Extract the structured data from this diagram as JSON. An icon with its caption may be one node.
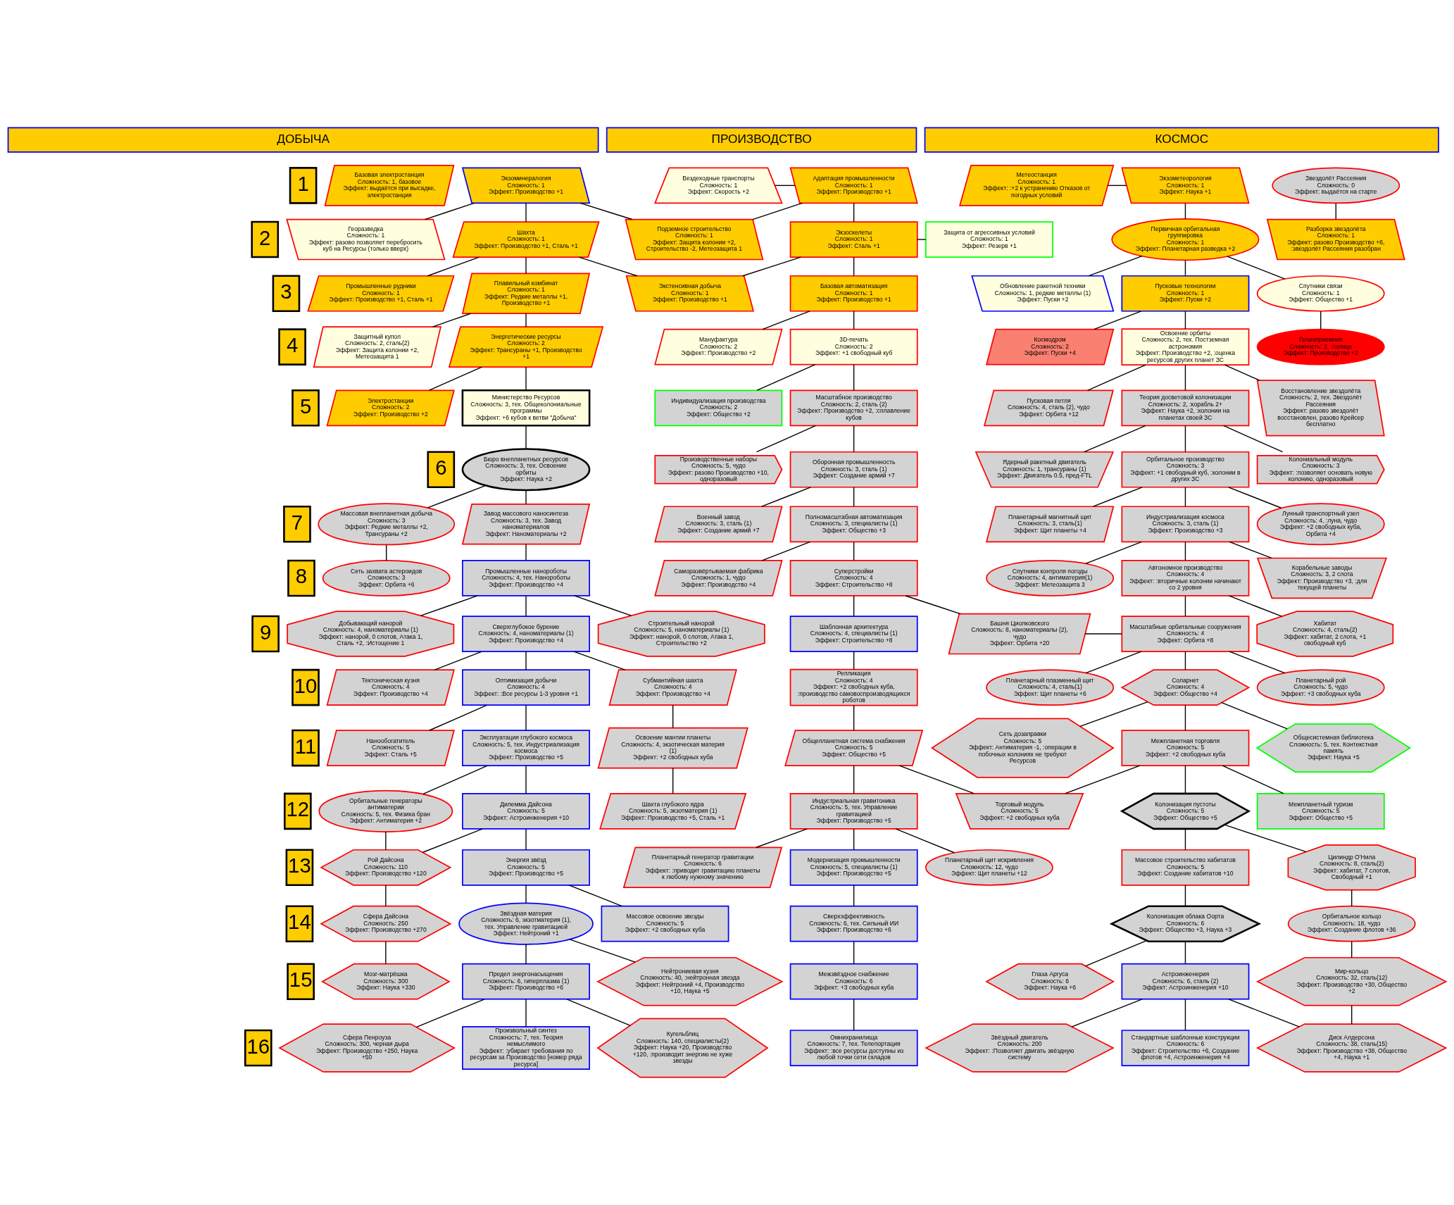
{
  "diagram": {
    "nodes": [
      {
        "text": [
          "ДОБЫЧА"
        ]
      },
      {
        "text": [
          "ПРОИЗВОДСТВО"
        ]
      },
      {
        "text": [
          "КОСМОС"
        ]
      },
      {
        "text": [
          "1"
        ]
      },
      {
        "text": [
          "Базовая электростанция",
          "Сложность: 1, базовое",
          "Эффект: выдаётся при высадке, электростанция"
        ]
      },
      {
        "text": [
          "Экзоминералогия",
          "Сложность: 1",
          "Эффект: Производство +1"
        ]
      },
      {
        "text": [
          "Вездеходные транспорты",
          "Сложность: 1",
          "Эффект: Скорость +2"
        ]
      },
      {
        "text": [
          "Адаптация промышленности",
          "Сложность: 1",
          "Эффект: Производство +1"
        ]
      },
      {
        "text": [
          "Метеостанция",
          "Сложность: 1",
          "Эффект: :+2 к устранению Отказов от погодных условий"
        ]
      },
      {
        "text": [
          "Экзометеорология",
          "Сложность: 1",
          "Эффект: Наука +1"
        ]
      },
      {
        "text": [
          "Звездолёт Рассеяния",
          "Сложность: 0",
          "Эффект: выдаётся на старте"
        ]
      },
      {
        "text": [
          "2"
        ]
      },
      {
        "text": [
          "Георазведка",
          "Сложность: 1",
          "Эффект: разово позволяет перебросить куб на Ресурсы (только вверх)"
        ]
      },
      {
        "text": [
          "Шахта",
          "Сложность: 1",
          "Эффект: Производство +1, Сталь +1"
        ]
      },
      {
        "text": [
          "Подземное строительство",
          "Сложность: 1",
          "Эффект: Защита колонии +2, Строительство -2, Метеозащита 1"
        ]
      },
      {
        "text": [
          "Экзоскелеты",
          "Сложность: 1",
          "Эффект: Сталь +1"
        ]
      },
      {
        "text": [
          "Защита от агрессивных условий",
          "Сложность: 1",
          "Эффект: Резерв +1"
        ]
      },
      {
        "text": [
          "Первичная орбитальная группировка",
          "Сложность: 1",
          "Эффект: Планетарная разведка +2"
        ]
      },
      {
        "text": [
          "Разборка звездолёта",
          "Сложность: 1",
          "Эффект: разово Производство +6, :звездолёт Рассеяния разобран"
        ]
      },
      {
        "text": [
          "3"
        ]
      },
      {
        "text": [
          "Промышленные рудники",
          "Сложность: 1",
          "Эффект: Производство +1, Сталь +1"
        ]
      },
      {
        "text": [
          "Плавильный комбинат",
          "Сложность: 1",
          "Эффект: Редкие металлы +1, Производство +1"
        ]
      },
      {
        "text": [
          "Экстенсивная добыча",
          "Сложность: 1",
          "Эффект: Производство +1"
        ]
      },
      {
        "text": [
          "Базовая автоматизация",
          "Сложность: 1",
          "Эффект: Производство +1"
        ]
      },
      {
        "text": [
          "Обновление ракетной техники",
          "Сложность: 1, редкие металлы (1)",
          "Эффект: Пуски +2"
        ]
      },
      {
        "text": [
          "Пусковые технологии",
          "Сложность: 1",
          "Эффект: Пуски +2"
        ]
      },
      {
        "text": [
          "Спутники связи",
          "Сложность: 1",
          "Эффект: Общество +1"
        ]
      },
      {
        "text": [
          "4"
        ]
      },
      {
        "text": [
          "Защитный купол",
          "Сложность: 2, сталь(2)",
          "Эффект: Защита колонии +2, Метеозащита 1"
        ]
      },
      {
        "text": [
          "Энергетические ресурсы",
          "Сложность: 2",
          "Эффект: Трансураны +1, Производство +1"
        ]
      },
      {
        "text": [
          "Мануфактура",
          "Сложность: 2",
          "Эффект: Производство +2"
        ]
      },
      {
        "text": [
          "3D-печать",
          "Сложность: 2",
          "Эффект: +1 свободный куб"
        ]
      },
      {
        "text": [
          "Космодром",
          "Сложность: 2",
          "Эффект: Пуски +4"
        ]
      },
      {
        "text": [
          "Освоение орбиты",
          "Сложность: 2, тех. Постземная астрономия",
          "Эффект: Производство +2, :оценка ресурсов других планет ЗС"
        ]
      },
      {
        "text": [
          "Гелиоприемник",
          "Сложность: 2, :солнце",
          "Эффект: Производство +2"
        ]
      },
      {
        "text": [
          "5"
        ]
      },
      {
        "text": [
          "Электростанции",
          "Сложность: 2",
          "Эффект: Производство +2"
        ]
      },
      {
        "text": [
          "Министерство Ресурсов",
          "Сложность: 3, тех. Общеколониальные программы",
          "Эффект: +6 кубов к ветви \"Добыча\""
        ]
      },
      {
        "text": [
          "Индивидуализация производства",
          "Сложность: 2",
          "Эффект: Общество +2"
        ]
      },
      {
        "text": [
          "Масштабное производство",
          "Сложность: 2, сталь (2)",
          "Эффект: Производство +2, :сплавление кубов"
        ]
      },
      {
        "text": [
          "Пусковая петля",
          "Сложность: 4, сталь (2), чудо",
          "Эффект: Орбита +12"
        ]
      },
      {
        "text": [
          "Теория досветовой колонизации",
          "Сложность: 2, :корабль 2+",
          "Эффект: Наука +2, :колонии на планетах своей ЗС"
        ]
      },
      {
        "text": [
          "Восстановление звездолёта",
          "Сложность: 2, тех. Звездолёт Рассеяния",
          "Эффект: разово звездолёт восстановлен, разово Крейсер бесплатно"
        ]
      },
      {
        "text": [
          "6"
        ]
      },
      {
        "text": [
          "Бюро внепланетных ресурсов",
          "Сложность: 3, тех. Освоение орбиты",
          "Эффект: Наука +2"
        ]
      },
      {
        "text": [
          "Производственные наборы",
          "Сложность: 5, чудо",
          "Эффект: разово Производство +10, одноразовый"
        ]
      },
      {
        "text": [
          "Оборонная промышленность",
          "Сложность: 3, сталь (1)",
          "Эффект: Создание армий +7"
        ]
      },
      {
        "text": [
          "Ядерный ракетный двигатель",
          "Сложность: 1, трансураны (1)",
          "Эффект: Двигатель 0.5, пред-FTL"
        ]
      },
      {
        "text": [
          "Орбитальное производство",
          "Сложность: 3",
          "Эффект: +1 свободный куб, :колонии в других ЗС"
        ]
      },
      {
        "text": [
          "Колониальный модуль",
          "Сложность: 3",
          "Эффект: :позволяет основать новую колонию, одноразовый"
        ]
      },
      {
        "text": [
          "7"
        ]
      },
      {
        "text": [
          "Массовая внепланетная добыча",
          "Сложность: 3",
          "Эффект: Редкие металлы +2, Трансураны +2"
        ]
      },
      {
        "text": [
          "Завод массового наносинтеза",
          "Сложность: 3, тех. Завод наноматериалов",
          "Эффект: Наноматериалы +2"
        ]
      },
      {
        "text": [
          "Военный завод",
          "Сложность: 3, сталь (1)",
          "Эффект: Создание армий +7"
        ]
      },
      {
        "text": [
          "Полномасштабная автоматизация",
          "Сложность: 3, специалисты (1)",
          "Эффект: Общество +3"
        ]
      },
      {
        "text": [
          "Планетарный магнитный щит",
          "Сложность: 3, сталь(1)",
          "Эффект: Щит планеты +4"
        ]
      },
      {
        "text": [
          "Индустриализация космоса",
          "Сложность: 3, сталь (1)",
          "Эффект: Производство +3"
        ]
      },
      {
        "text": [
          "Лунный транспортный узел",
          "Сложность: 4, :луна, чудо",
          "Эффект: +2 свободных куба, Орбита +4"
        ]
      },
      {
        "text": [
          "8"
        ]
      },
      {
        "text": [
          "Сеть захвата астероидов",
          "Сложность: 3",
          "Эффект: Орбита +6"
        ]
      },
      {
        "text": [
          "Промышленные нанороботы",
          "Сложность: 4, тех. Нанороботы",
          "Эффект: Производство +4"
        ]
      },
      {
        "text": [
          "Саморазвёртываемая фабрика",
          "Сложность: 1, чудо",
          "Эффект: Производство +4"
        ]
      },
      {
        "text": [
          "Суперстройки",
          "Сложность: 4",
          "Эффект: Строительство +8"
        ]
      },
      {
        "text": [
          "Спутники контроля погоды",
          "Сложность: 4, антиматерия(1)",
          "Эффект: Метеозащита 3"
        ]
      },
      {
        "text": [
          "Автономное производство",
          "Сложность: 4",
          "Эффект: :вторичные колонии начинают со 2 уровня"
        ]
      },
      {
        "text": [
          "Корабельные заводы",
          "Сложность: 3, 2 слота",
          "Эффект: Производство +3, :для текущей планеты"
        ]
      },
      {
        "text": [
          "9"
        ]
      },
      {
        "text": [
          "Добывающий нанорой",
          "Сложность: 4, наноматериалы (1)",
          "Эффект: нанорой, 0 слотов, Атака 1, Сталь +2, :Истощение 1"
        ]
      },
      {
        "text": [
          "Сверхглубокое бурение",
          "Сложность: 4, наноматериалы (1)",
          "Эффект: Производство +4"
        ]
      },
      {
        "text": [
          "Строительный нанорой",
          "Сложность: 5, наноматериалы (1)",
          "Эффект: нанорой, 0 слотов, Атака 1, Строительство +2"
        ]
      },
      {
        "text": [
          "Шаблонная архитектура",
          "Сложность: 4, специалисты (1)",
          "Эффект: Строительство +8"
        ]
      },
      {
        "text": [
          "Башня Циолковского",
          "Сложность: 8, наноматериалы (2), чудо",
          "Эффект: Орбита +20"
        ]
      },
      {
        "text": [
          "Масштабные орбитальные сооружения",
          "Сложность: 4",
          "Эффект: Орбита +8"
        ]
      },
      {
        "text": [
          "Хабитат",
          "Сложность: 4, сталь(2)",
          "Эффект: хабитат, 2 слота, +1 свободный куб"
        ]
      },
      {
        "text": [
          "10"
        ]
      },
      {
        "text": [
          "Тектоническая кузня",
          "Сложность: 4",
          "Эффект: Производство +4"
        ]
      },
      {
        "text": [
          "Оптимизация добычи",
          "Сложность: 4",
          "Эффект: :Все ресурсы 1-3 уровня +1"
        ]
      },
      {
        "text": [
          "Субмантийная шахта",
          "Сложность: 4",
          "Эффект: Производство +4"
        ]
      },
      {
        "text": [
          "Репликация",
          "Сложность: 4",
          "Эффект: +2 свободных куба, :производство самовоспроизводящихся роботов"
        ]
      },
      {
        "text": [
          "Планетарный плазменный щит",
          "Сложность: 4, сталь(1)",
          "Эффект: Щит планеты +6"
        ]
      },
      {
        "text": [
          "Соларнет",
          "Сложность: 4",
          "Эффект: Общество +4"
        ]
      },
      {
        "text": [
          "Планетарный рой",
          "Сложность: 5, чудо",
          "Эффект: +3 свободных куба"
        ]
      },
      {
        "text": [
          "11"
        ]
      },
      {
        "text": [
          "Нанообогатитель",
          "Сложность: 5",
          "Эффект: Сталь +5"
        ]
      },
      {
        "text": [
          "Эксплуатация глубокого космоса",
          "Сложность: 5, тех. Индустриализация космоса",
          "Эффект: Производство +5"
        ]
      },
      {
        "text": [
          "Освоение мантии планеты",
          "Сложность: 4, экзотическая материя (1)",
          "Эффект: +2 свободных куба"
        ]
      },
      {
        "text": [
          "Общепланетная система снабжения",
          "Сложность: 5",
          "Эффект: Общество +5"
        ]
      },
      {
        "text": [
          "Сеть дозаправки",
          "Сложность: 5",
          "Эффект: Антиматерия -1, :операции в побочных колониях не требуют Ресурсов"
        ]
      },
      {
        "text": [
          "Межпланетная торговля",
          "Сложность: 5",
          "Эффект: +2 свободных куба"
        ]
      },
      {
        "text": [
          "Общесистемная библиотека",
          "Сложность: 5, тех. Контекстная память",
          "Эффект: Наука +5"
        ]
      },
      {
        "text": [
          "12"
        ]
      },
      {
        "text": [
          "Орбитальные генераторы антиматерии",
          "Сложность: 5, тех. Физика бран",
          "Эффект: Антиматерия +2"
        ]
      },
      {
        "text": [
          "Дилемма Дайсона",
          "Сложность: 5",
          "Эффект: Астроинженерия +10"
        ]
      },
      {
        "text": [
          "Шахта глубокого ядра",
          "Сложность: 5, экзотматерия (1)",
          "Эффект: Производство +5, Сталь +1"
        ]
      },
      {
        "text": [
          "Индустриальная гравитоника",
          "Сложность: 5, тех. Управление гравитацией",
          "Эффект: Производство +5"
        ]
      },
      {
        "text": [
          "Торговый модуль",
          "Сложность: 5",
          "Эффект: +2 свободных куба"
        ]
      },
      {
        "text": [
          "Колонизация пустоты",
          "Сложность: 5",
          "Эффект: Общество +5"
        ]
      },
      {
        "text": [
          "Межпланетный туризм",
          "Сложность: 5",
          "Эффект: Общество +5"
        ]
      },
      {
        "text": [
          "13"
        ]
      },
      {
        "text": [
          "Рой Дайсона",
          "Сложность: 110",
          "Эффект: Производство +120"
        ]
      },
      {
        "text": [
          "Энергия звёзд",
          "Сложность: 5",
          "Эффект: Производство +5"
        ]
      },
      {
        "text": [
          "Планетарный генератор гравитации",
          "Сложность: 6",
          "Эффект: :приводит гравитацию планеты к любому нужному значению"
        ]
      },
      {
        "text": [
          "Модернизация промышленности",
          "Сложность: 5, специалисты (1)",
          "Эффект: Производство +5"
        ]
      },
      {
        "text": [
          "Планетарный щит искривления",
          "Сложность: 12, чудо",
          "Эффект: Щит планеты +12"
        ]
      },
      {
        "text": [
          "Массовое строительство хабитатов",
          "Сложность: 5",
          "Эффект: Создание хабитатов +10"
        ]
      },
      {
        "text": [
          "Цилиндр О'Нила",
          "Сложность: 8, сталь(2)",
          "Эффект: хабитат, 7 слотов, Свободный +1"
        ]
      },
      {
        "text": [
          "14"
        ]
      },
      {
        "text": [
          "Сфера Дайсона",
          "Сложность: 250",
          "Эффект: Производство +270"
        ]
      },
      {
        "text": [
          "Звёздная материя",
          "Сложность: 6, экзотматерия (1), тех. Управление гравитацией",
          "Эффект: Нейтроний +1"
        ]
      },
      {
        "text": [
          "Массовое освоение звезды",
          "Сложность: 5",
          "Эффект: +2 свободных куба"
        ]
      },
      {
        "text": [
          "Сверхэффективность",
          "Сложность: 6, тех. Сильный ИИ",
          "Эффект: Производство +6"
        ]
      },
      {
        "text": [
          "Колонизация облака Оорта",
          "Сложность: 6",
          "Эффект: Общество +3, Наука +3"
        ]
      },
      {
        "text": [
          "Орбитальное кольцо",
          "Сложность: 18, чудо",
          "Эффект: Создание флотов +36"
        ]
      },
      {
        "text": [
          "15"
        ]
      },
      {
        "text": [
          "Мозг-матрёшка",
          "Сложность: 300",
          "Эффект: Наука +330"
        ]
      },
      {
        "text": [
          "Предел энергонасыщения",
          "Сложность: 6, гиперплазма (1)",
          "Эффект: Производство +6"
        ]
      },
      {
        "text": [
          "Нейтрониевая кузня",
          "Сложность: 40, :нейтронная звезда",
          "Эффект: Нейтроний +4, Производство +10, Наука +5"
        ]
      },
      {
        "text": [
          "Межзвёздное снабжение",
          "Сложность: 6",
          "Эффект: +3 свободных куба"
        ]
      },
      {
        "text": [
          "Глаза Аргуса",
          "Сложность: 6",
          "Эффект: Наука +6"
        ]
      },
      {
        "text": [
          "Астроинженерия",
          "Сложность: 6, сталь (2)",
          "Эффект: Астроинженерия +10"
        ]
      },
      {
        "text": [
          "Мир-кольцо",
          "Сложность: 32, сталь(12)",
          "Эффект: Производство +30, Общество +2"
        ]
      },
      {
        "text": [
          "16"
        ]
      },
      {
        "text": [
          "Сфера Пенроуза",
          "Сложность: 300, черная дыра",
          "Эффект: Производство +250, Наука +50"
        ]
      },
      {
        "text": [
          "Произвольный синтез",
          "Сложность: 7, тех. Теория немыслимого",
          "Эффект: :убирает требования по ресурсам за Производство [номер ряда ресурса]"
        ]
      },
      {
        "text": [
          "Кугельблиц",
          "Сложность: 140, специалисты(2)",
          "Эффект: Наука +20, Производство +120, :производит энергию не хуже звезды"
        ]
      },
      {
        "text": [
          "Омнихранилища",
          "Сложность: 7, тех. Телепортация",
          "Эффект: :все ресурсы доступны из любой точки сети складов"
        ]
      },
      {
        "text": [
          "Звёздный двигатель",
          "Сложность: 200",
          "Эффект: :Позволяет двигать звёздную систему"
        ]
      },
      {
        "text": [
          "Стандартные шаблонные конструкции",
          "Сложность: 6",
          "Эффект: Строительство +6, Создание флотов +4, Астроинженерия +4"
        ]
      },
      {
        "text": [
          "Диск Алдерсона",
          "Сложность: 38, сталь(15)",
          "Эффект: Производство +38, Общество +4, Наука +1"
        ]
      }
    ],
    "edges": [
      {
        "from": 6,
        "to": 7,
        "arrow": "none"
      },
      {
        "from": 8,
        "to": 9,
        "arrow": "none"
      },
      {
        "from": 5,
        "to": 12,
        "arrow": "none"
      },
      {
        "from": 5,
        "to": 13,
        "arrow": "none"
      },
      {
        "from": 5,
        "to": 14,
        "arrow": "none"
      },
      {
        "from": 7,
        "to": 14,
        "arrow": "none"
      },
      {
        "from": 7,
        "to": 15,
        "arrow": "none"
      },
      {
        "from": 15,
        "to": 16,
        "arrow": "none"
      },
      {
        "from": 9,
        "to": 17,
        "arrow": "none"
      },
      {
        "from": 10,
        "to": 18,
        "arrow": "none"
      },
      {
        "from": 13,
        "to": 20,
        "arrow": "none"
      },
      {
        "from": 13,
        "to": 21,
        "arrow": "none"
      },
      {
        "from": 13,
        "to": 22,
        "arrow": "none"
      },
      {
        "from": 15,
        "to": 22,
        "arrow": "none"
      },
      {
        "from": 15,
        "to": 23,
        "arrow": "none"
      },
      {
        "from": 17,
        "to": 24,
        "arrow": "none"
      },
      {
        "from": 17,
        "to": 25,
        "arrow": "none"
      },
      {
        "from": 17,
        "to": 26,
        "arrow": "none"
      },
      {
        "from": 21,
        "to": 28,
        "arrow": "none"
      },
      {
        "from": 21,
        "to": 29,
        "arrow": "none"
      },
      {
        "from": 23,
        "to": 30,
        "arrow": "none"
      },
      {
        "from": 23,
        "to": 31,
        "arrow": "none"
      },
      {
        "from": 25,
        "to": 32,
        "arrow": "none"
      },
      {
        "from": 25,
        "to": 33,
        "arrow": "none"
      },
      {
        "from": 26,
        "to": 34,
        "arrow": "none"
      },
      {
        "from": 29,
        "to": 36,
        "arrow": "none"
      },
      {
        "from": 29,
        "to": 37,
        "arrow": "none"
      },
      {
        "from": 31,
        "to": 38,
        "arrow": "none"
      },
      {
        "from": 31,
        "to": 39,
        "arrow": "none"
      },
      {
        "from": 33,
        "to": 40,
        "arrow": "none"
      },
      {
        "from": 33,
        "to": 41,
        "arrow": "none"
      },
      {
        "from": 33,
        "to": 42,
        "arrow": "none"
      },
      {
        "from": 37,
        "to": 44,
        "arrow": "none"
      },
      {
        "from": 39,
        "to": 45,
        "arrow": "none"
      },
      {
        "from": 39,
        "to": 46,
        "arrow": "none"
      },
      {
        "from": 41,
        "to": 47,
        "arrow": "none"
      },
      {
        "from": 41,
        "to": 48,
        "arrow": "none"
      },
      {
        "from": 41,
        "to": 49,
        "arrow": "none"
      },
      {
        "from": 44,
        "to": 51,
        "arrow": "none"
      },
      {
        "from": 44,
        "to": 52,
        "arrow": "none"
      },
      {
        "from": 46,
        "to": 53,
        "arrow": "none"
      },
      {
        "from": 46,
        "to": 54,
        "arrow": "none"
      },
      {
        "from": 48,
        "to": 55,
        "arrow": "none"
      },
      {
        "from": 48,
        "to": 56,
        "arrow": "none"
      },
      {
        "from": 48,
        "to": 57,
        "arrow": "none"
      },
      {
        "from": 51,
        "to": 59,
        "arrow": "none"
      },
      {
        "from": 52,
        "to": 60,
        "arrow": "none"
      },
      {
        "from": 54,
        "to": 61,
        "arrow": "none"
      },
      {
        "from": 54,
        "to": 62,
        "arrow": "none"
      },
      {
        "from": 56,
        "to": 63,
        "arrow": "none"
      },
      {
        "from": 56,
        "to": 64,
        "arrow": "none"
      },
      {
        "from": 56,
        "to": 65,
        "arrow": "none"
      },
      {
        "from": 60,
        "to": 67,
        "arrow": "none"
      },
      {
        "from": 60,
        "to": 68,
        "arrow": "none"
      },
      {
        "from": 60,
        "to": 69,
        "arrow": "none"
      },
      {
        "from": 62,
        "to": 70,
        "arrow": "none"
      },
      {
        "from": 62,
        "to": 71,
        "arrow": "none"
      },
      {
        "from": 71,
        "to": 72,
        "arrow": "none"
      },
      {
        "from": 64,
        "to": 72,
        "arrow": "none"
      },
      {
        "from": 64,
        "to": 73,
        "arrow": "none"
      },
      {
        "from": 68,
        "to": 75,
        "arrow": "none"
      },
      {
        "from": 68,
        "to": 76,
        "arrow": "none"
      },
      {
        "from": 68,
        "to": 77,
        "arrow": "none"
      },
      {
        "from": 70,
        "to": 78,
        "arrow": "none"
      },
      {
        "from": 72,
        "to": 79,
        "arrow": "none"
      },
      {
        "from": 72,
        "to": 80,
        "arrow": "none"
      },
      {
        "from": 72,
        "to": 81,
        "arrow": "none"
      },
      {
        "from": 76,
        "to": 83,
        "arrow": "none"
      },
      {
        "from": 76,
        "to": 84,
        "arrow": "none"
      },
      {
        "from": 77,
        "to": 85,
        "arrow": "none"
      },
      {
        "from": 78,
        "to": 86,
        "arrow": "none"
      },
      {
        "from": 80,
        "to": 87,
        "arrow": "none"
      },
      {
        "from": 80,
        "to": 88,
        "arrow": "none"
      },
      {
        "from": 80,
        "to": 89,
        "arrow": "none"
      },
      {
        "from": 84,
        "to": 91,
        "arrow": "none"
      },
      {
        "from": 84,
        "to": 92,
        "arrow": "none"
      },
      {
        "from": 85,
        "to": 93,
        "arrow": "none"
      },
      {
        "from": 86,
        "to": 94,
        "arrow": "none"
      },
      {
        "from": 86,
        "to": 95,
        "arrow": "none"
      },
      {
        "from": 88,
        "to": 95,
        "arrow": "none"
      },
      {
        "from": 88,
        "to": 96,
        "arrow": "none"
      },
      {
        "from": 88,
        "to": 97,
        "arrow": "none"
      },
      {
        "from": 91,
        "to": 99,
        "arrow": "none"
      },
      {
        "from": 92,
        "to": 99,
        "arrow": "none"
      },
      {
        "from": 92,
        "to": 100,
        "arrow": "none"
      },
      {
        "from": 94,
        "to": 101,
        "arrow": "none"
      },
      {
        "from": 94,
        "to": 102,
        "arrow": "none"
      },
      {
        "from": 94,
        "to": 103,
        "arrow": "none"
      },
      {
        "from": 96,
        "to": 104,
        "arrow": "none"
      },
      {
        "from": 96,
        "to": 105,
        "arrow": "none"
      },
      {
        "from": 99,
        "to": 107,
        "arrow": "none"
      },
      {
        "from": 100,
        "to": 108,
        "arrow": "none"
      },
      {
        "from": 100,
        "to": 109,
        "arrow": "none"
      },
      {
        "from": 102,
        "to": 110,
        "arrow": "none"
      },
      {
        "from": 104,
        "to": 111,
        "arrow": "none"
      },
      {
        "from": 105,
        "to": 112,
        "arrow": "none"
      },
      {
        "from": 107,
        "to": 114,
        "arrow": "none"
      },
      {
        "from": 108,
        "to": 115,
        "arrow": "none"
      },
      {
        "from": 108,
        "to": 116,
        "arrow": "none"
      },
      {
        "from": 110,
        "to": 117,
        "arrow": "none"
      },
      {
        "from": 111,
        "to": 118,
        "arrow": "none"
      },
      {
        "from": 111,
        "to": 119,
        "arrow": "none"
      },
      {
        "from": 112,
        "to": 120,
        "arrow": "none"
      },
      {
        "from": 115,
        "to": 122,
        "arrow": "none"
      },
      {
        "from": 115,
        "to": 123,
        "arrow": "none"
      },
      {
        "from": 115,
        "to": 124,
        "arrow": "none"
      },
      {
        "from": 117,
        "to": 125,
        "arrow": "none"
      },
      {
        "from": 119,
        "to": 126,
        "arrow": "none"
      },
      {
        "from": 119,
        "to": 127,
        "arrow": "none"
      },
      {
        "from": 119,
        "to": 128,
        "arrow": "none"
      },
      {
        "from": 120,
        "to": 128,
        "arrow": "none"
      }
    ]
  }
}
